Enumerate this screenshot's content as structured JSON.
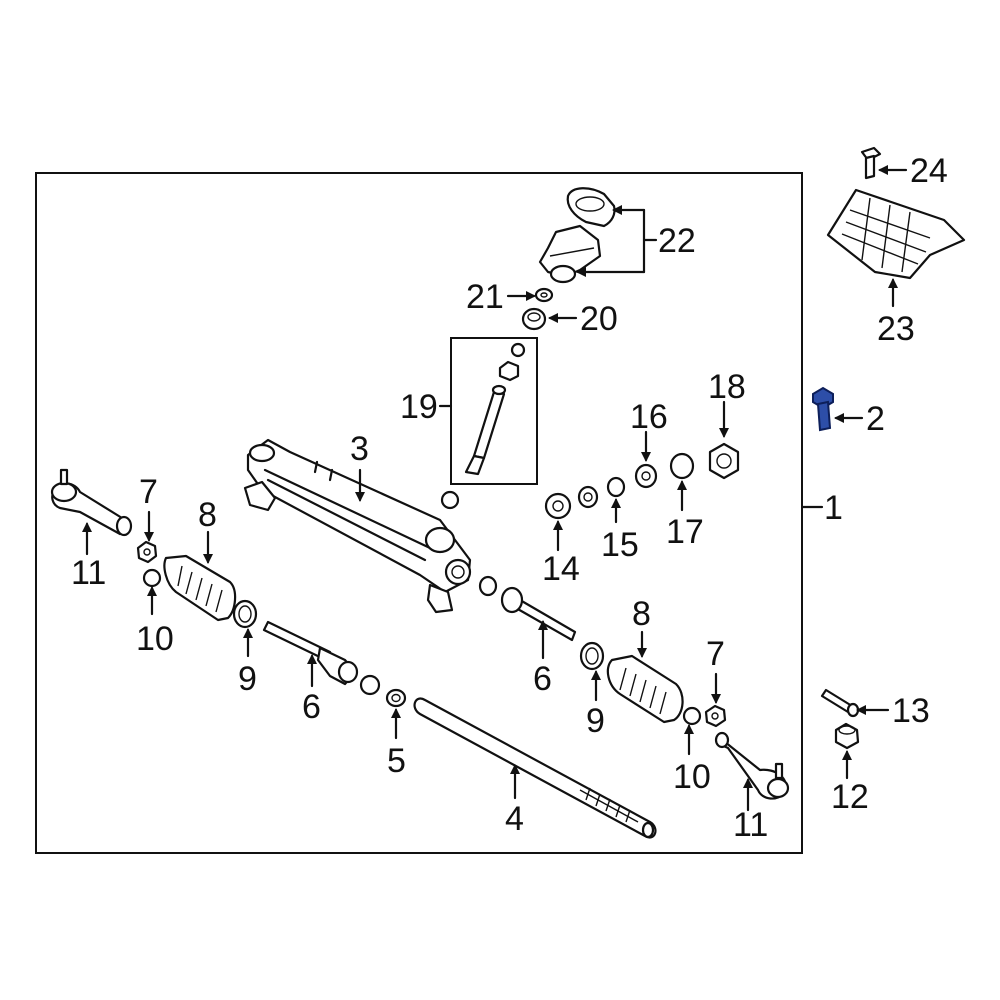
{
  "diagram": {
    "callouts": [
      {
        "id": "1",
        "text": "1"
      },
      {
        "id": "2",
        "text": "2"
      },
      {
        "id": "3",
        "text": "3"
      },
      {
        "id": "4",
        "text": "4"
      },
      {
        "id": "5",
        "text": "5"
      },
      {
        "id": "6a",
        "text": "6"
      },
      {
        "id": "6b",
        "text": "6"
      },
      {
        "id": "7a",
        "text": "7"
      },
      {
        "id": "7b",
        "text": "7"
      },
      {
        "id": "8a",
        "text": "8"
      },
      {
        "id": "8b",
        "text": "8"
      },
      {
        "id": "9a",
        "text": "9"
      },
      {
        "id": "9b",
        "text": "9"
      },
      {
        "id": "10a",
        "text": "10"
      },
      {
        "id": "10b",
        "text": "10"
      },
      {
        "id": "11a",
        "text": "11"
      },
      {
        "id": "11b",
        "text": "11"
      },
      {
        "id": "12",
        "text": "12"
      },
      {
        "id": "13",
        "text": "13"
      },
      {
        "id": "14",
        "text": "14"
      },
      {
        "id": "15",
        "text": "15"
      },
      {
        "id": "16",
        "text": "16"
      },
      {
        "id": "17",
        "text": "17"
      },
      {
        "id": "18",
        "text": "18"
      },
      {
        "id": "19",
        "text": "19"
      },
      {
        "id": "20",
        "text": "20"
      },
      {
        "id": "21",
        "text": "21"
      },
      {
        "id": "22",
        "text": "22"
      },
      {
        "id": "23",
        "text": "23"
      },
      {
        "id": "24",
        "text": "24"
      }
    ],
    "colors": {
      "line": "#111111",
      "highlight": "#2d4ea8",
      "background": "#ffffff"
    }
  }
}
